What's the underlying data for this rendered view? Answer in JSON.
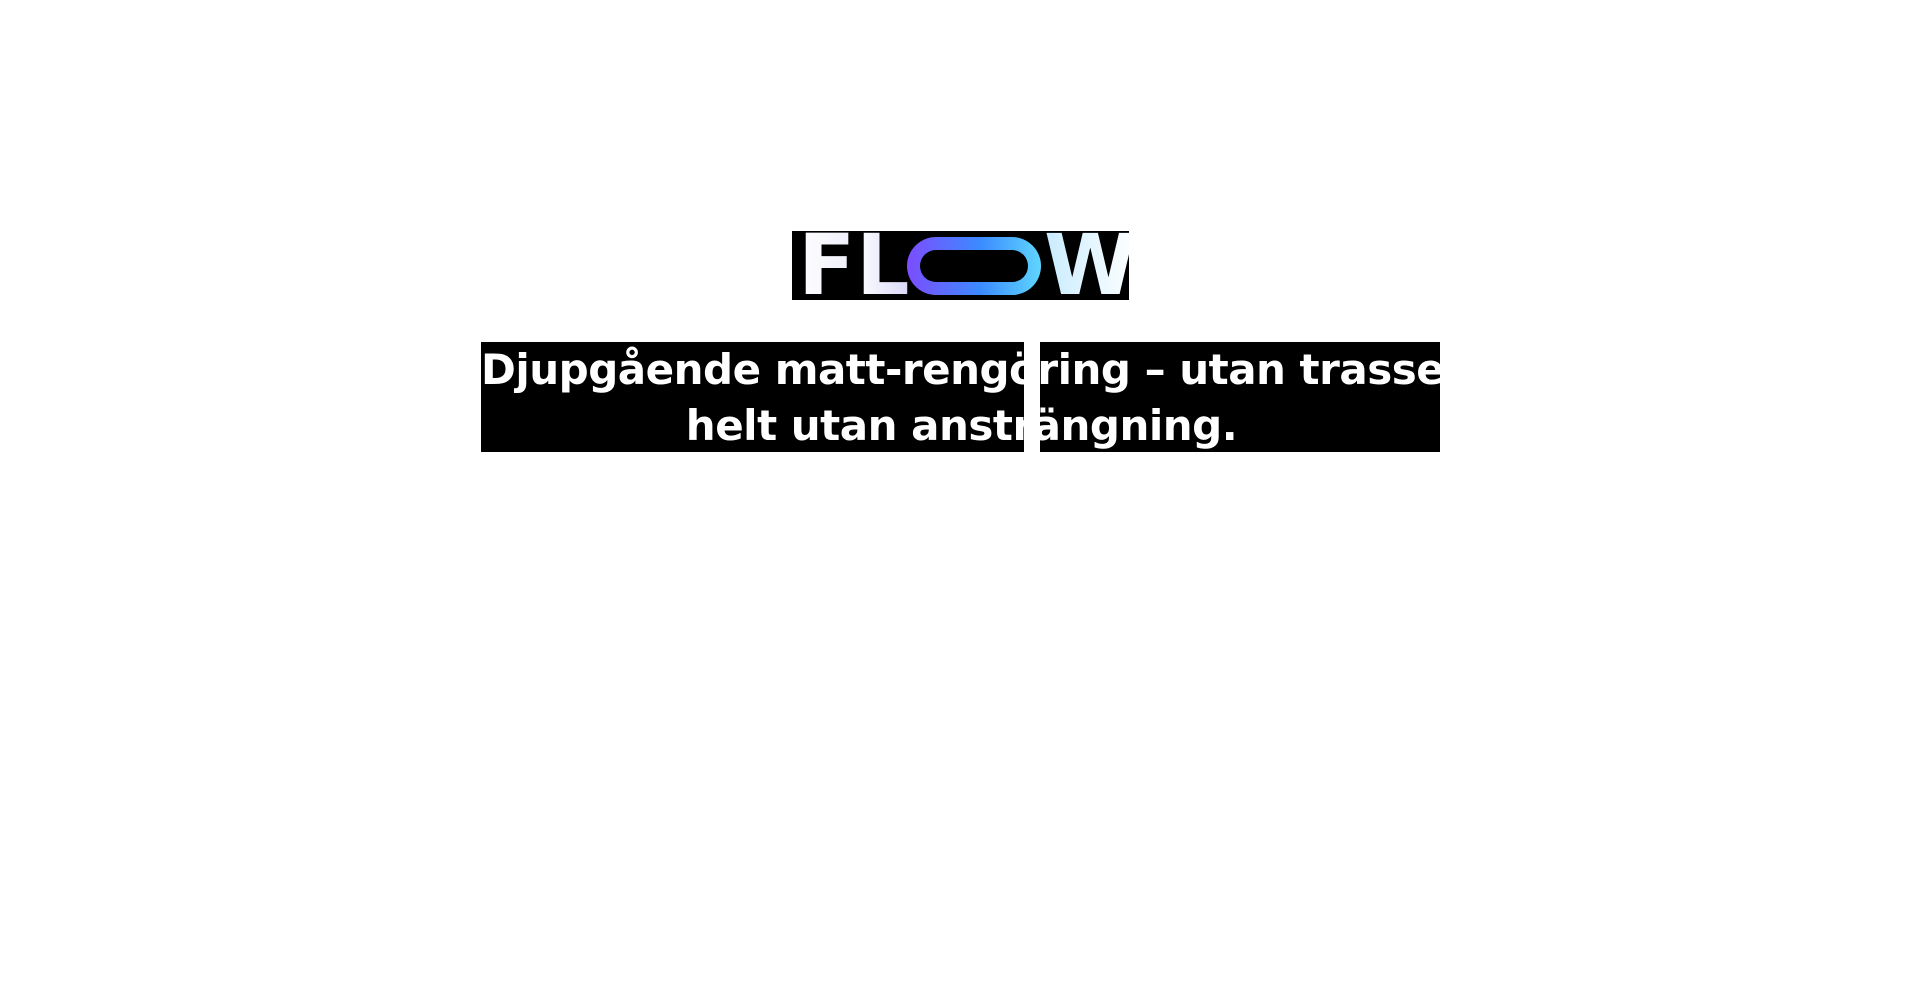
{
  "brand": {
    "logo_letters": [
      "F",
      "L",
      "O",
      "W"
    ],
    "logo_text": "FLOW",
    "colors": {
      "background": "#000000",
      "gradient_start": "#7c4dff",
      "gradient_mid": "#3b8bff",
      "gradient_end": "#5fd6ff",
      "letter": "#ffffff"
    }
  },
  "tagline": {
    "line1": "Djupgående matt-rengöring – utan trassel",
    "line2": "helt utan ansträngning."
  }
}
